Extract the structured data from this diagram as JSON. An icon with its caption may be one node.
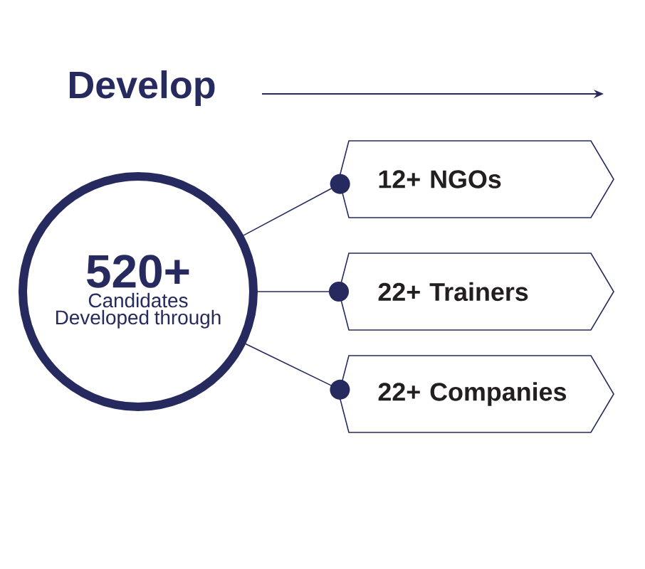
{
  "diagram": {
    "title": "Develop",
    "nodes": [
      {
        "text": [
          "520+",
          "Candidates Developed through"
        ]
      },
      {
        "text": [
          "12+ NGOs"
        ]
      },
      {
        "text": [
          "22+ Trainers"
        ]
      },
      {
        "text": [
          "22+ Companies"
        ]
      }
    ],
    "edges": [
      {
        "from": 0,
        "to": 1,
        "arrow": "other"
      },
      {
        "from": 0,
        "to": 2,
        "arrow": "other"
      },
      {
        "from": 0,
        "to": 3,
        "arrow": "other"
      }
    ]
  }
}
